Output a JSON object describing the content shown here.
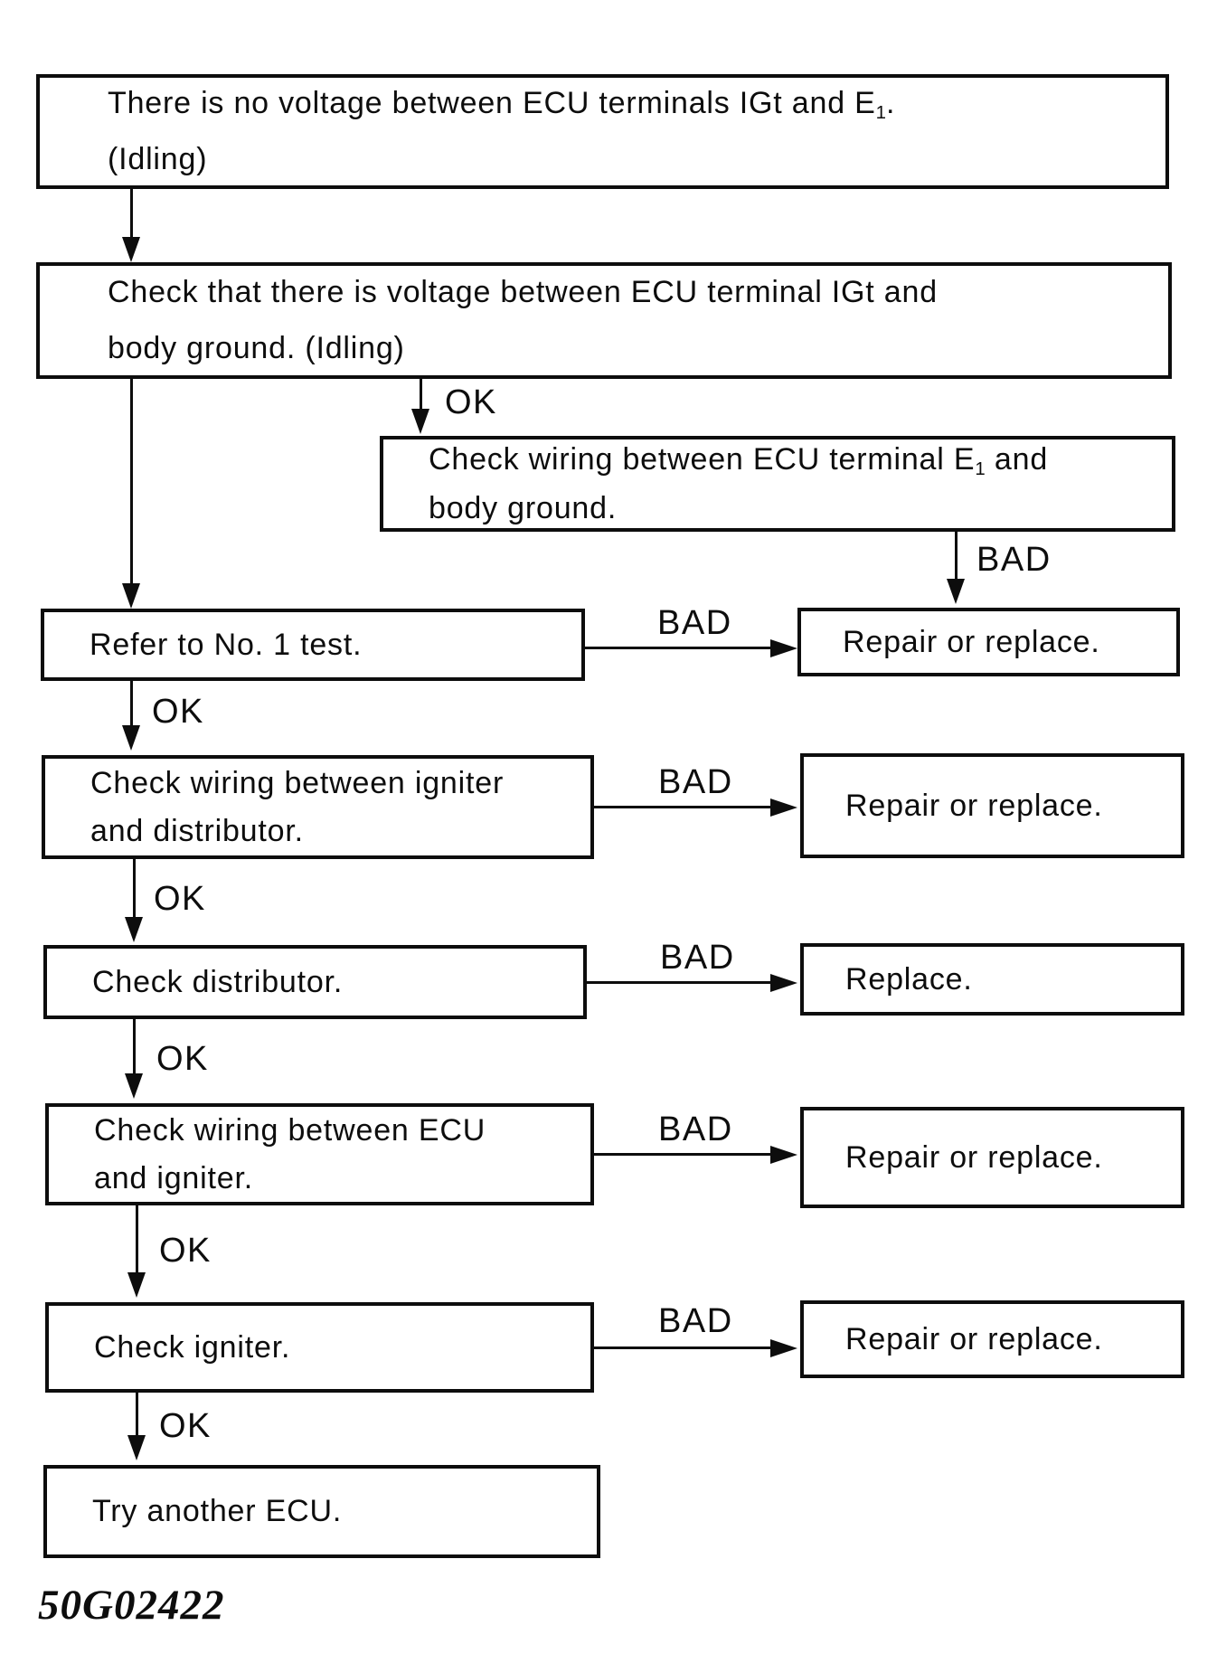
{
  "labels": {
    "ok": "OK",
    "bad": "BAD"
  },
  "caption": "50G02422",
  "nodes": {
    "start": {
      "line1_pre": "There is no voltage between ECU terminals IGt and E",
      "line1_sub": "1",
      "line1_post": ".",
      "line2": "(Idling)"
    },
    "check_igt_voltage": {
      "line1": "Check that there is voltage between ECU terminal IGt and",
      "line2": "body ground. (Idling)"
    },
    "check_wiring_e1": {
      "line1_pre": "Check wiring between ECU terminal E",
      "line1_sub": "1",
      "line1_post": " and",
      "line2": "body ground."
    },
    "refer_no1": {
      "text": "Refer to No. 1 test."
    },
    "repair_1": {
      "text": "Repair or replace."
    },
    "check_wiring_igniter_distributor": {
      "line1": "Check wiring between igniter",
      "line2": "and distributor."
    },
    "repair_2": {
      "text": "Repair or replace."
    },
    "check_distributor": {
      "text": "Check distributor."
    },
    "replace": {
      "text": "Replace."
    },
    "check_wiring_ecu_igniter": {
      "line1": "Check wiring between ECU",
      "line2": "and igniter."
    },
    "repair_3": {
      "text": "Repair or replace."
    },
    "check_igniter": {
      "text": "Check igniter."
    },
    "repair_4": {
      "text": "Repair or replace."
    },
    "try_another_ecu": {
      "text": "Try another ECU."
    }
  }
}
